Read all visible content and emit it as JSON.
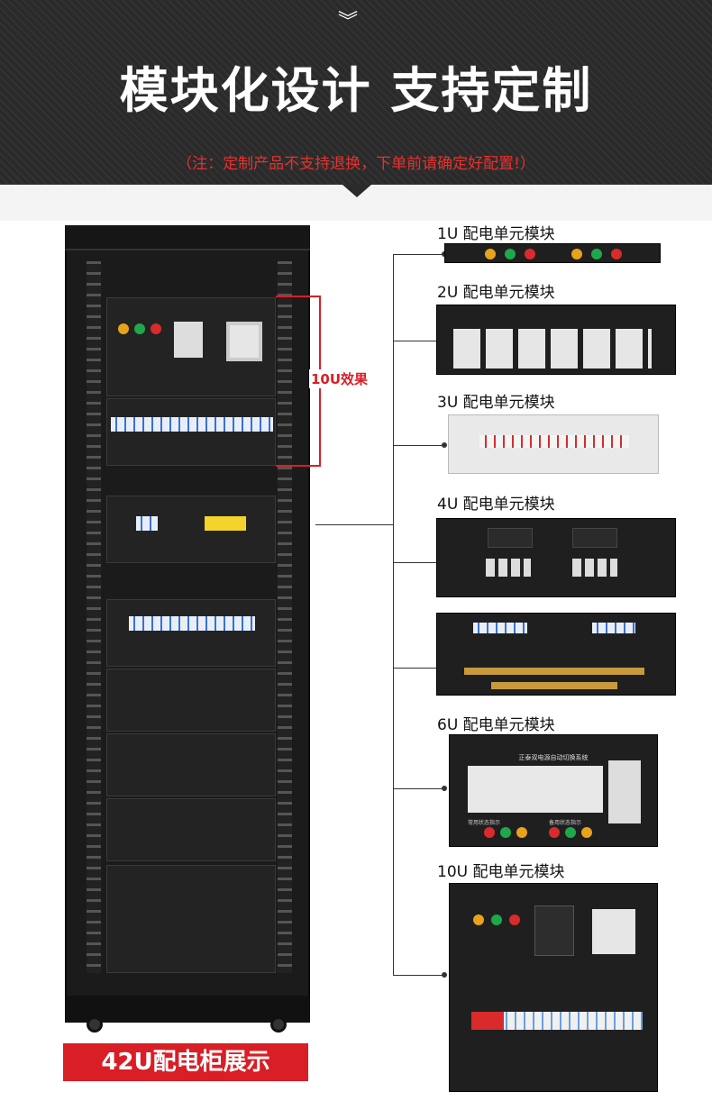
{
  "header": {
    "chevron": "︾",
    "title": "模块化设计 支持定制",
    "note": "（注：定制产品不支持退换，下单前请确定好配置!）"
  },
  "cabinet": {
    "label": "42U配电柜展示",
    "highlight_label": "10U效果"
  },
  "modules": [
    {
      "label": "1U 配电单元模块"
    },
    {
      "label": "2U 配电单元模块"
    },
    {
      "label": "3U 配电单元模块"
    },
    {
      "label": "4U 配电单元模块"
    },
    {
      "label": "6U 配电单元模块"
    },
    {
      "label": "10U 配电单元模块"
    }
  ],
  "six_u_panel": {
    "title": "正泰双电源自动切换系统",
    "left_caption": "常用状态指示",
    "right_caption": "备用状态指示"
  },
  "colors": {
    "accent": "#d91e26",
    "header_bg": "#2a2a2a",
    "breaker_blue": "#3b6fd0"
  }
}
